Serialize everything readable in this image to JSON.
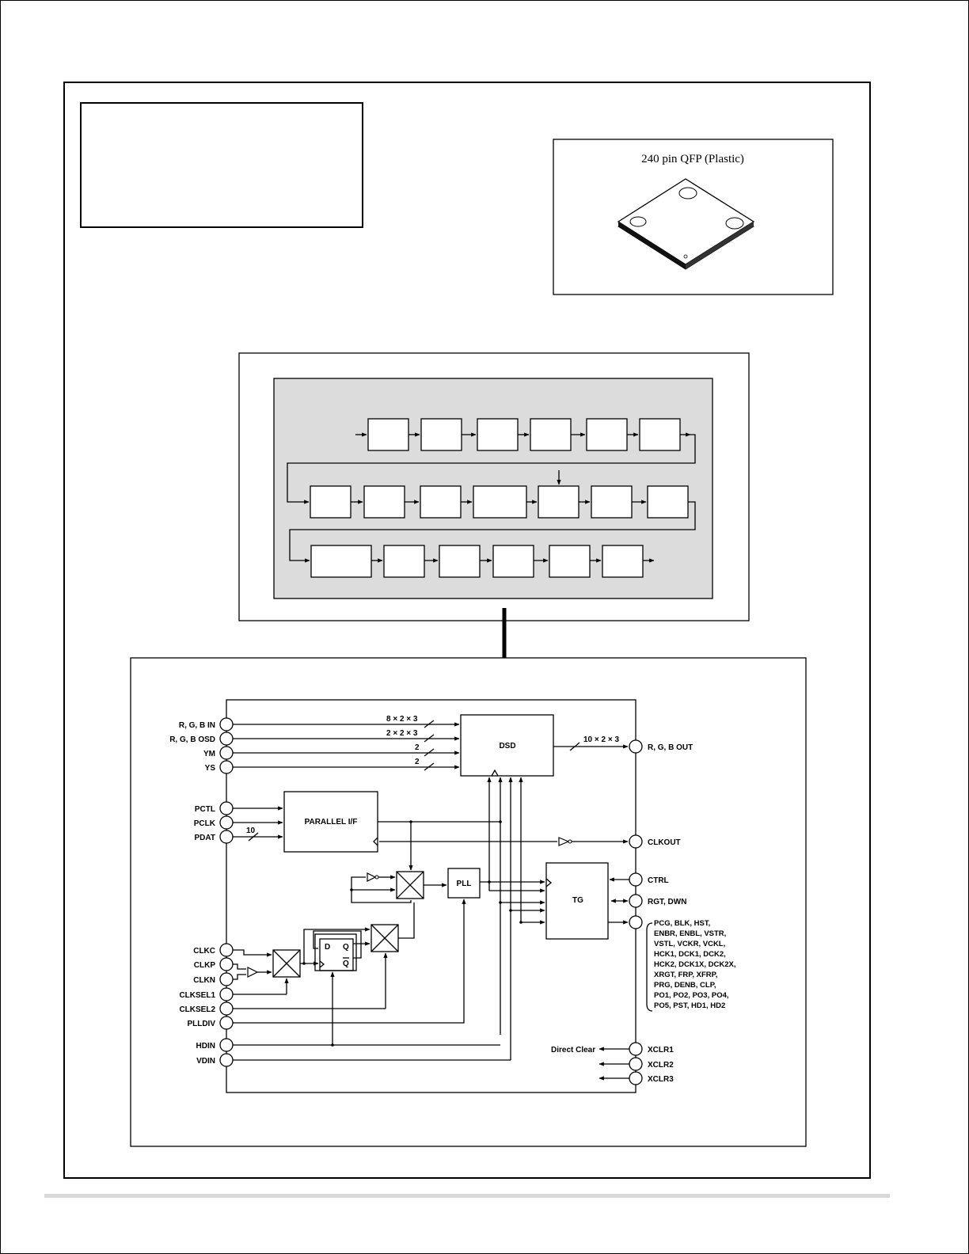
{
  "package": {
    "caption": "240 pin QFP (Plastic)"
  },
  "block_diagram": {
    "blocks": {
      "dsd": "DSD",
      "parallel_if": "PARALLEL I/F",
      "pll": "PLL",
      "tg": "TG"
    },
    "flipflop_labels": {
      "d": "D",
      "q": "Q",
      "qbar": "Q"
    },
    "bus_widths": {
      "rgb_in": "8 × 2 × 3",
      "rgb_osd": "2 × 2 × 3",
      "ym": "2",
      "ys": "2",
      "rgb_out": "10 × 2 × 3",
      "pdat": "10"
    },
    "left_pins": {
      "rgb_in": "R, G, B IN",
      "rgb_osd": "R, G, B OSD",
      "ym": "YM",
      "ys": "YS",
      "pctl": "PCTL",
      "pclk": "PCLK",
      "pdat": "PDAT",
      "clkc": "CLKC",
      "clkp": "CLKP",
      "clkn": "CLKN",
      "clksel1": "CLKSEL1",
      "clksel2": "CLKSEL2",
      "plldiv": "PLLDIV",
      "hdin": "HDIN",
      "vdin": "VDIN"
    },
    "right_pins": {
      "rgb_out": "R, G, B OUT",
      "clkout": "CLKOUT",
      "ctrl": "CTRL",
      "rgt_dwn": "RGT, DWN",
      "xclr1": "XCLR1",
      "xclr2": "XCLR2",
      "xclr3": "XCLR3"
    },
    "tg_outputs": [
      "PCG, BLK, HST,",
      "ENBR, ENBL, VSTR,",
      "VSTL, VCKR, VCKL,",
      "HCK1, DCK1, DCK2,",
      "HCK2, DCK1X, DCK2X,",
      "XRGT, FRP, XFRP,",
      "PRG, DENB, CLP,",
      "PO1, PO2, PO3, PO4,",
      "PO5, PST, HD1, HD2"
    ],
    "direct_clear": "Direct Clear"
  }
}
